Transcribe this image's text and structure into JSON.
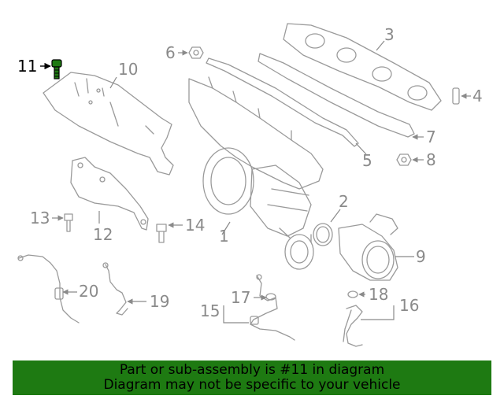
{
  "callouts": [
    {
      "id": "1",
      "label": "1"
    },
    {
      "id": "2",
      "label": "2"
    },
    {
      "id": "3",
      "label": "3"
    },
    {
      "id": "4",
      "label": "4"
    },
    {
      "id": "5",
      "label": "5"
    },
    {
      "id": "6",
      "label": "6"
    },
    {
      "id": "7",
      "label": "7"
    },
    {
      "id": "8",
      "label": "8"
    },
    {
      "id": "9",
      "label": "9"
    },
    {
      "id": "10",
      "label": "10"
    },
    {
      "id": "11",
      "label": "11"
    },
    {
      "id": "12",
      "label": "12"
    },
    {
      "id": "13",
      "label": "13"
    },
    {
      "id": "14",
      "label": "14"
    },
    {
      "id": "15",
      "label": "15"
    },
    {
      "id": "16",
      "label": "16"
    },
    {
      "id": "17",
      "label": "17"
    },
    {
      "id": "18",
      "label": "18"
    },
    {
      "id": "19",
      "label": "19"
    },
    {
      "id": "20",
      "label": "20"
    }
  ],
  "highlighted_part": "11",
  "colors": {
    "banner_background": "#1e7a12",
    "highlight_part": "#1e7a12",
    "line_art": "#9a9a9a"
  },
  "banner": {
    "line1": "Part or sub-assembly is #11 in diagram",
    "line2": "Diagram may not be specific to your vehicle"
  }
}
